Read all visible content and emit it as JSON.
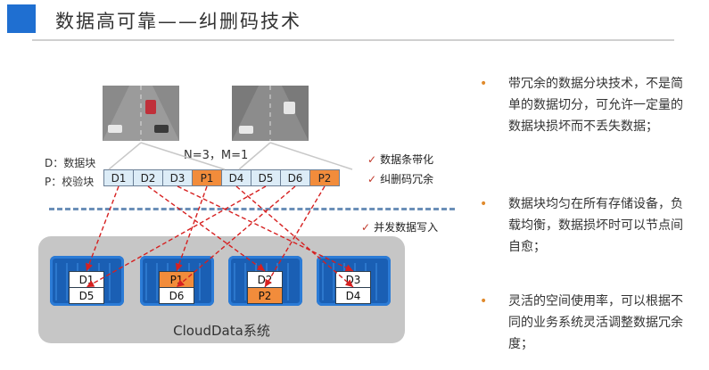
{
  "title": "数据高可靠——纠删码技术",
  "nm_label": "N=3，M=1",
  "legend": {
    "data_block": "D：数据块",
    "parity_block": "P：校验块"
  },
  "strip_cells": [
    {
      "label": "D1",
      "type": "data"
    },
    {
      "label": "D2",
      "type": "data"
    },
    {
      "label": "D3",
      "type": "data"
    },
    {
      "label": "P1",
      "type": "parity"
    },
    {
      "label": "D4",
      "type": "data"
    },
    {
      "label": "D5",
      "type": "data"
    },
    {
      "label": "D6",
      "type": "data"
    },
    {
      "label": "P2",
      "type": "parity"
    }
  ],
  "checks": {
    "striping": "数据条带化",
    "erasure": "纠删码冗余",
    "concurrent": "并发数据写入"
  },
  "cloud_label": "CloudData系统",
  "disks": [
    {
      "top": "D1",
      "bottom": "D5",
      "top_type": "white",
      "bottom_type": "white"
    },
    {
      "top": "P1",
      "bottom": "D6",
      "top_type": "parity",
      "bottom_type": "white"
    },
    {
      "top": "D2",
      "bottom": "P2",
      "top_type": "white",
      "bottom_type": "parity"
    },
    {
      "top": "D3",
      "bottom": "D4",
      "top_type": "white",
      "bottom_type": "white"
    }
  ],
  "bullets": [
    "带冗余的数据分块技术，不是简单的数据切分，可允许一定量的数据块损坏而不丢失数据；",
    "数据块均匀在所有存储设备，负载均衡，数据损坏时可以节点间自愈；",
    "灵活的空间使用率，可以根据不同的业务系统灵活调整数据冗余度；"
  ],
  "colors": {
    "accent": "#1f6fd1",
    "parity": "#f28c3b",
    "data": "#dcecf7",
    "arrow": "#d62020",
    "bullet": "#e08a2c"
  }
}
